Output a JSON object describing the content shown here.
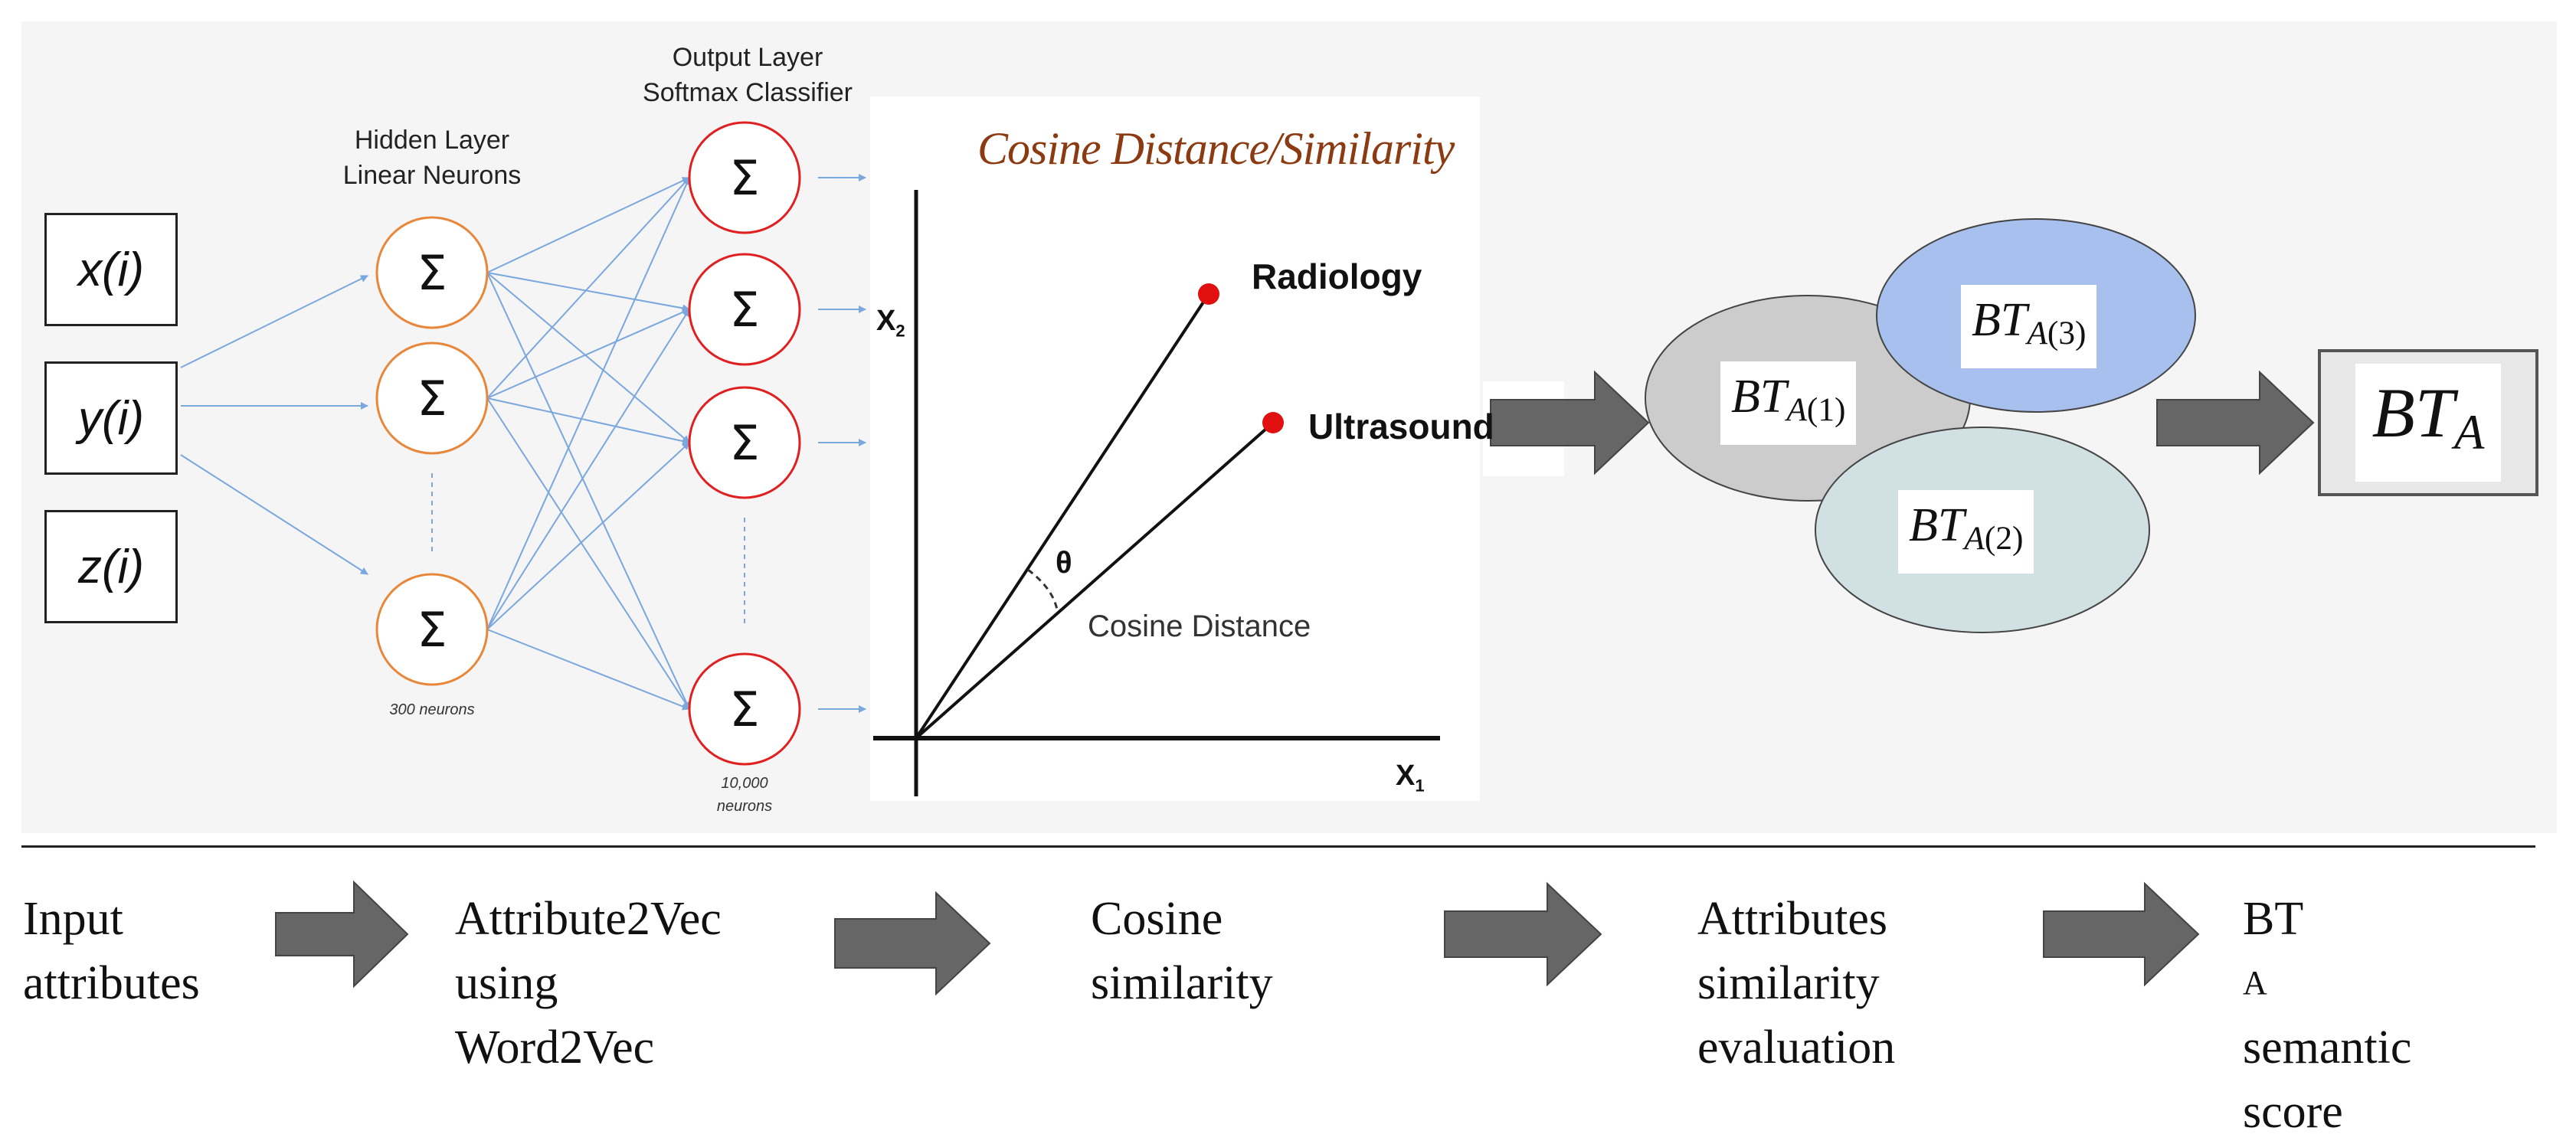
{
  "network": {
    "inputs": [
      "x(i)",
      "y(i)",
      "z(i)"
    ],
    "hidden_layer_label": [
      "Hidden Layer",
      "Linear Neurons"
    ],
    "output_layer_label": [
      "Output Layer",
      "Softmax Classifier"
    ],
    "neuron_symbol": "Σ",
    "hidden_count": "300 neurons",
    "output_count": [
      "10,000",
      "neurons"
    ]
  },
  "cosine": {
    "title": "Cosine Distance/Similarity",
    "point_a": "Radiology",
    "point_b": "Ultrasound",
    "angle": "θ",
    "distance_label": "Cosine Distance",
    "x_axis": {
      "base": "X",
      "sub": "1"
    },
    "y_axis": {
      "base": "X",
      "sub": "2"
    }
  },
  "sets": {
    "base": "BT",
    "a1": {
      "sub_var": "A",
      "sub_rest": "(1)"
    },
    "a2": {
      "sub_var": "A",
      "sub_rest": "(2)"
    },
    "a3": {
      "sub_var": "A",
      "sub_rest": "(3)"
    },
    "result": {
      "base": "BT",
      "sub": "A"
    }
  },
  "colors": {
    "hidden_neuron": "#e8873a",
    "output_neuron": "#e02020",
    "connection": "#7aa7dd",
    "point": "#e01010",
    "arrow": "#666666",
    "set1": "#cccccc",
    "set2": "#d1e0e3",
    "set3": "#a8c0ee"
  },
  "steps": [
    {
      "lines": [
        "Input",
        "attributes"
      ]
    },
    {
      "lines": [
        "Attribute2Vec",
        "using",
        "Word2Vec"
      ]
    },
    {
      "lines": [
        "Cosine",
        "similarity"
      ]
    },
    {
      "lines": [
        "Attributes",
        "similarity",
        "evaluation"
      ]
    },
    {
      "first_base": "BT",
      "first_sub": "A",
      "lines": [
        "semantic",
        "score"
      ]
    }
  ]
}
